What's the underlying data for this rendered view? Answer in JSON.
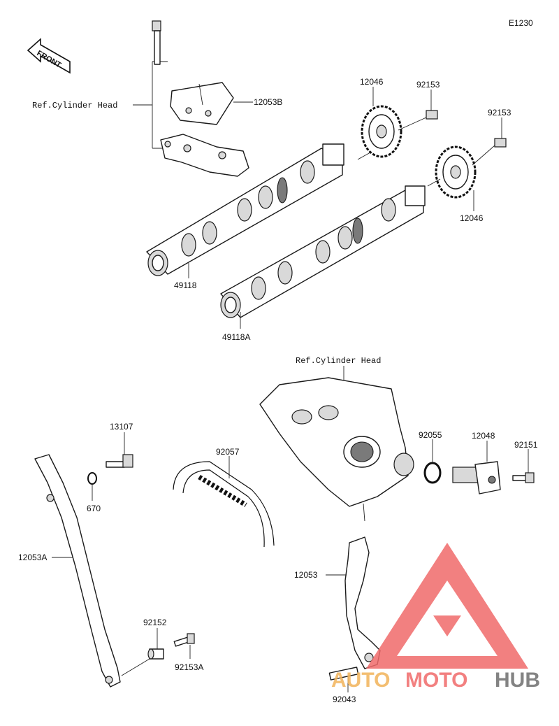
{
  "diagram_code": "E1230",
  "front_label": "FRONT",
  "refs": {
    "cylinder_head_top": "Ref.Cylinder Head",
    "cylinder_head_mid": "Ref.Cylinder Head"
  },
  "parts": [
    {
      "id": "p12053B",
      "number": "12053B"
    },
    {
      "id": "p12046a",
      "number": "12046"
    },
    {
      "id": "p92153a",
      "number": "92153"
    },
    {
      "id": "p92153b",
      "number": "92153"
    },
    {
      "id": "p12046b",
      "number": "12046"
    },
    {
      "id": "p49118",
      "number": "49118"
    },
    {
      "id": "p49118A",
      "number": "49118A"
    },
    {
      "id": "p13107",
      "number": "13107"
    },
    {
      "id": "p670",
      "number": "670"
    },
    {
      "id": "p92057",
      "number": "92057"
    },
    {
      "id": "p92055",
      "number": "92055"
    },
    {
      "id": "p12048",
      "number": "12048"
    },
    {
      "id": "p92151",
      "number": "92151"
    },
    {
      "id": "p12053A",
      "number": "12053A"
    },
    {
      "id": "p12053",
      "number": "12053"
    },
    {
      "id": "p92152",
      "number": "92152"
    },
    {
      "id": "p92153A",
      "number": "92153A"
    },
    {
      "id": "p92043",
      "number": "92043"
    }
  ],
  "watermark": {
    "part1": "AUTO",
    "part2": "MOTO",
    "part3": "HUB",
    "colors": {
      "red": "#f06a6a",
      "orange": "#f2b35a",
      "gray": "#6e6e6e"
    }
  }
}
